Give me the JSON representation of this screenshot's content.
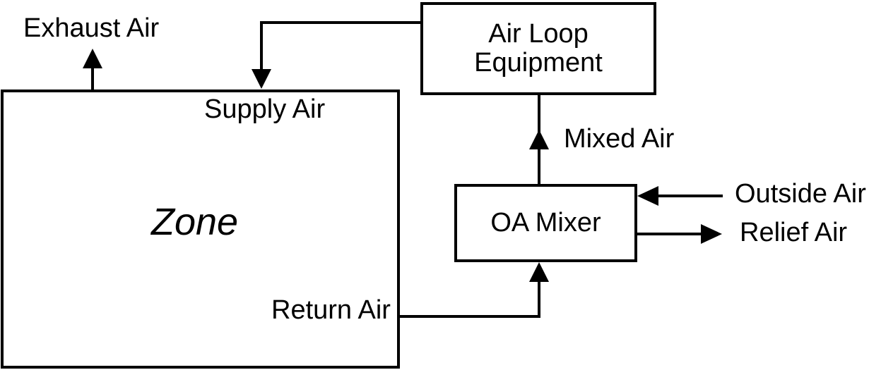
{
  "diagram": {
    "type": "hvac-air-loop-schematic",
    "colors": {
      "background": "#ffffff",
      "line": "#000000",
      "text": "#000000"
    },
    "boxes": {
      "zone": {
        "label": "Zone"
      },
      "air_loop_equipment": {
        "lines": [
          "Air Loop",
          "Equipment"
        ]
      },
      "oa_mixer": {
        "label": "OA Mixer"
      }
    },
    "flows": {
      "exhaust_air": {
        "label": "Exhaust Air",
        "direction": "up"
      },
      "supply_air": {
        "label": "Supply Air",
        "direction": "down"
      },
      "mixed_air": {
        "label": "Mixed Air",
        "direction": "up"
      },
      "outside_air": {
        "label": "Outside Air",
        "direction": "left"
      },
      "relief_air": {
        "label": "Relief Air",
        "direction": "right"
      },
      "return_air": {
        "label": "Return Air",
        "direction": "up"
      }
    }
  }
}
